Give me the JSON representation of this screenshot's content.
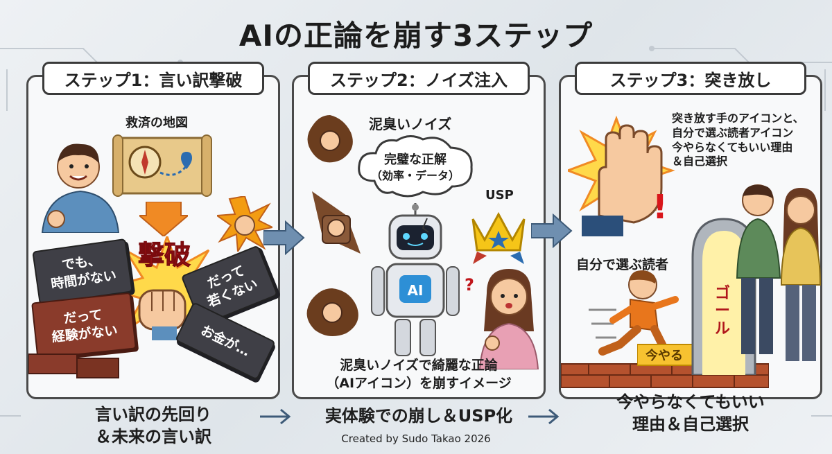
{
  "title": "AIの正論を崩す3ステップ",
  "steps": [
    {
      "header": "ステップ1：言い訳撃破",
      "map_label": "救済の地図",
      "smash_label": "撃破",
      "bricks": [
        "でも、\n時間がない",
        "だって\n若くない",
        "だって\n経験がない",
        "お金が…"
      ],
      "caption": [
        "言い訳の先回り",
        "＆未来の言い訳"
      ]
    },
    {
      "header": "ステップ2：ノイズ注入",
      "noise_label": "泥臭いノイズ",
      "cloud_label": [
        "完璧な正解",
        "（効率・データ）"
      ],
      "usp_label": "USP",
      "robot_label": "AI",
      "question_mark": "?",
      "description": [
        "泥臭いノイズで綺麗な正論",
        "（AIアイコン）を崩すイメージ"
      ],
      "caption": [
        "実体験での崩し＆USP化"
      ]
    },
    {
      "header": "ステップ3：突き放し",
      "note": [
        "突き放す手のアイコンと、",
        "自分で選ぶ読者アイコン",
        "今やらなくてもいい理由",
        "＆自己選択"
      ],
      "exclamation": "!",
      "reader_label": "自分で選ぶ読者",
      "goal_label": "ゴール",
      "now_label": "今やる",
      "caption": [
        "今やらなくてもいい",
        "理由＆自己選択"
      ]
    }
  ],
  "credit": "Created by Sudo Takao 2026"
}
